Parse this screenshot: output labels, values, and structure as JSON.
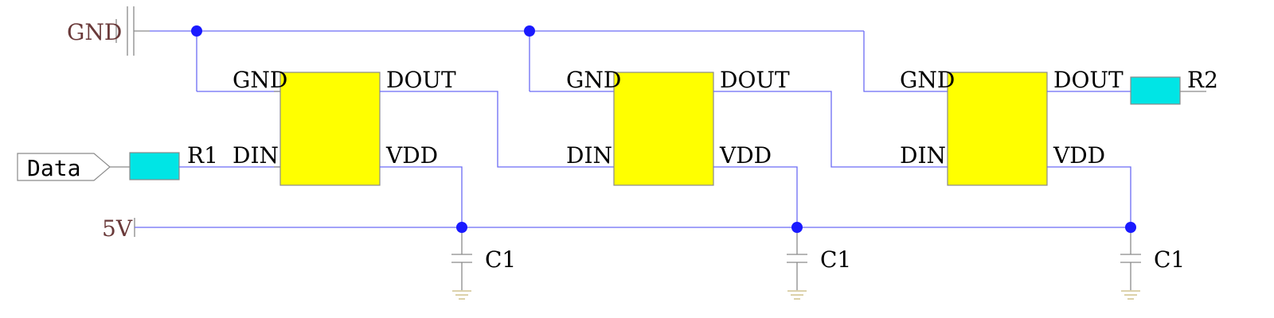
{
  "nets": {
    "gnd": "GND",
    "vcc": "5V",
    "data_port": "Data"
  },
  "resistors": {
    "r1": "R1",
    "r2": "R2"
  },
  "chips": [
    {
      "pin_gnd": "GND",
      "pin_din": "DIN",
      "pin_dout": "DOUT",
      "pin_vdd": "VDD"
    },
    {
      "pin_gnd": "GND",
      "pin_din": "DIN",
      "pin_dout": "DOUT",
      "pin_vdd": "VDD"
    },
    {
      "pin_gnd": "GND",
      "pin_din": "DIN",
      "pin_dout": "DOUT",
      "pin_vdd": "VDD"
    }
  ],
  "capacitors": [
    {
      "label": "C1"
    },
    {
      "label": "C1"
    },
    {
      "label": "C1"
    }
  ],
  "colors": {
    "wire": "#6b6bf5",
    "junction": "#1a1aff",
    "chip_fill": "#ffff00",
    "resistor_fill": "#00e5e5"
  }
}
